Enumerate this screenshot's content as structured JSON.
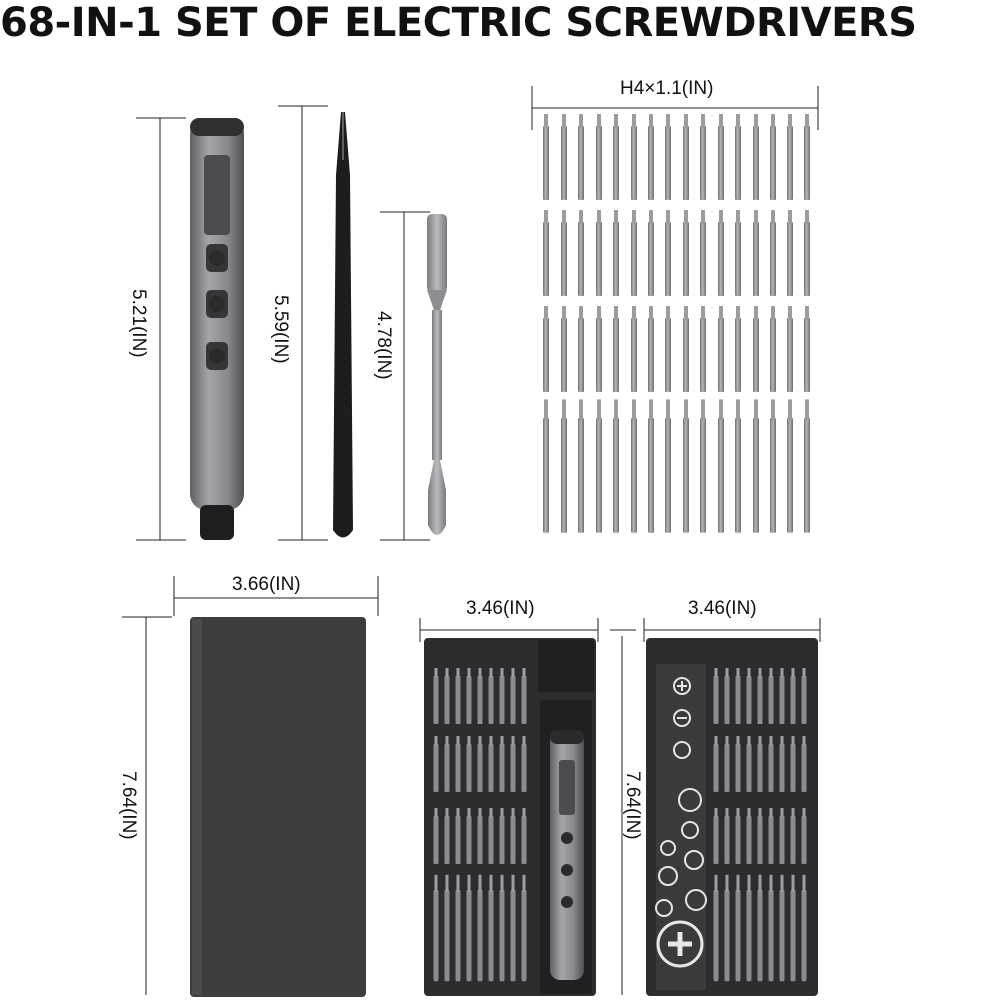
{
  "title": "68-IN-1 SET OF ELECTRIC SCREWDRIVERS",
  "dimensions": {
    "driver_height": "5.21(IN)",
    "tweezers_height": "5.59(IN)",
    "pry_tool_height": "4.78(IN)",
    "bit_size": "H4×1.1(IN)",
    "case_width": "3.66(IN)",
    "case_height": "7.64(IN)",
    "tray_left_width": "3.46(IN)",
    "tray_right_width": "3.46(IN)",
    "tray_height": "7.64(IN)"
  },
  "colors": {
    "driver_body": "#8a8c8f",
    "case": "#3b3c3e",
    "tray": "#2c2d2f",
    "bit": "#8f9194"
  }
}
